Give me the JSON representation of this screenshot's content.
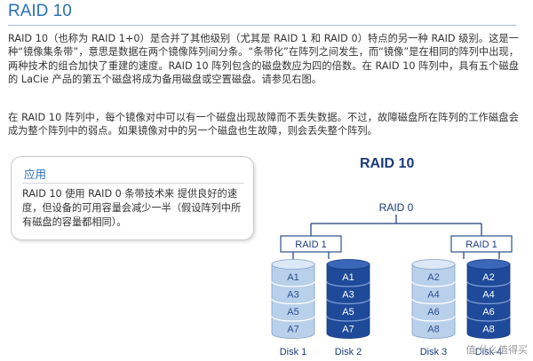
{
  "title": "RAID 10",
  "paragraphs": [
    "RAID 10（也称为 RAID 1+0）是合并了其他级别（尤其是 RAID 1 和 RAID 0）特点的另一种 RAID 级别。这是一种“镜像集条带”，意思是数据在两个镜像阵列间分条。“条带化”在阵列之间发生，而“镜像”是在相同的阵列中出现，两种技术的组合加快了重建的速度。RAID 10 阵列包含的磁盘数应为四的倍数。在 RAID 10 阵列中，具有五个磁盘的 LaCie 产品的第五个磁盘将成为备用磁盘或空置磁盘。请参见右图。",
    "在 RAID 10 阵列中，每个镜像对中可以有一个磁盘出现故障而不丢失数据。不过，故障磁盘所在阵列的工作磁盘会成为整个阵列中的弱点。如果镜像对中的另一个磁盘也生故障，则会丢失整个阵列。"
  ],
  "application": {
    "title": "应用",
    "text": "RAID 10 使用 RAID 0 条带技术来 提供良好的速度，但设备的可用容量会减少一半（假设阵列中所有磁盘的容量都相同）。"
  },
  "diagram": {
    "title": "RAID 10",
    "top_label": "RAID 0",
    "group_labels": [
      "RAID 1",
      "RAID 1"
    ],
    "disks": [
      {
        "name": "Disk 1",
        "style": "light",
        "blocks": [
          "A1",
          "A3",
          "A5",
          "A7"
        ]
      },
      {
        "name": "Disk 2",
        "style": "dark",
        "blocks": [
          "A1",
          "A3",
          "A5",
          "A7"
        ]
      },
      {
        "name": "Disk 3",
        "style": "light",
        "blocks": [
          "A2",
          "A4",
          "A6",
          "A8"
        ]
      },
      {
        "name": "Disk 4",
        "style": "dark",
        "blocks": [
          "A2",
          "A4",
          "A6",
          "A8"
        ]
      }
    ],
    "colors": {
      "light_fill": "#b9d0ea",
      "light_top": "#dce8f5",
      "dark_fill": "#1f4a99",
      "dark_top": "#3a67b8",
      "line": "#1a3a7a",
      "box_border": "#2a4f91"
    }
  },
  "watermark": "值 什么值得买"
}
